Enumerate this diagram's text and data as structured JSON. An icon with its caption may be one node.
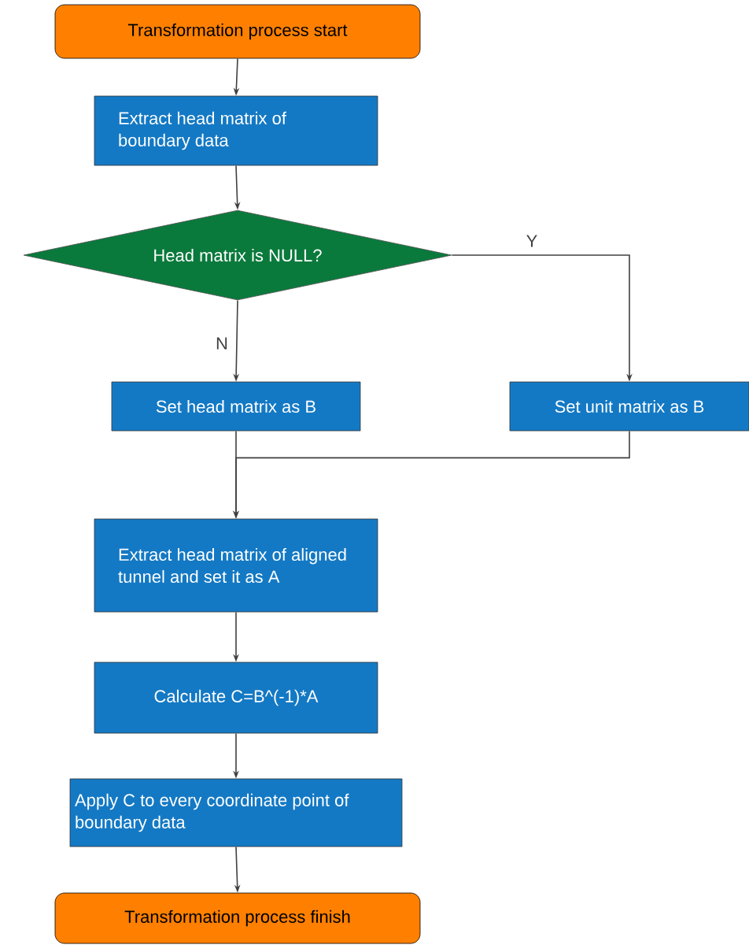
{
  "diagram": {
    "nodes": [
      {
        "text": [
          "Transformation process start"
        ]
      },
      {
        "text": [
          "Extract head matrix of boundary data"
        ]
      },
      {
        "text": [
          "Head matrix is NULL?"
        ]
      },
      {
        "text": [
          "Set head matrix as B"
        ]
      },
      {
        "text": [
          "Set unit matrix as B"
        ]
      },
      {
        "text": [
          "Extract head matrix of aligned tunnel and set it as A"
        ]
      },
      {
        "text": [
          "Calculate C=B^(-1)*A"
        ]
      },
      {
        "text": [
          "Apply C to every coordinate point of boundary data"
        ]
      },
      {
        "text": [
          "Transformation process finish"
        ]
      }
    ],
    "edges": [
      {
        "from": 0,
        "to": 1,
        "arrow": "to"
      },
      {
        "from": 1,
        "to": 2,
        "arrow": "to"
      },
      {
        "from": 2,
        "to": 3,
        "arrow": "to",
        "label": "N"
      },
      {
        "from": 2,
        "to": 4,
        "arrow": "to",
        "label": "Y"
      },
      {
        "from": 3,
        "to": 5,
        "arrow": "to"
      },
      {
        "from": 4,
        "to": 5,
        "arrow": "to"
      },
      {
        "from": 5,
        "to": 6,
        "arrow": "to"
      },
      {
        "from": 6,
        "to": 7,
        "arrow": "to"
      },
      {
        "from": 7,
        "to": 8,
        "arrow": "to"
      }
    ]
  }
}
